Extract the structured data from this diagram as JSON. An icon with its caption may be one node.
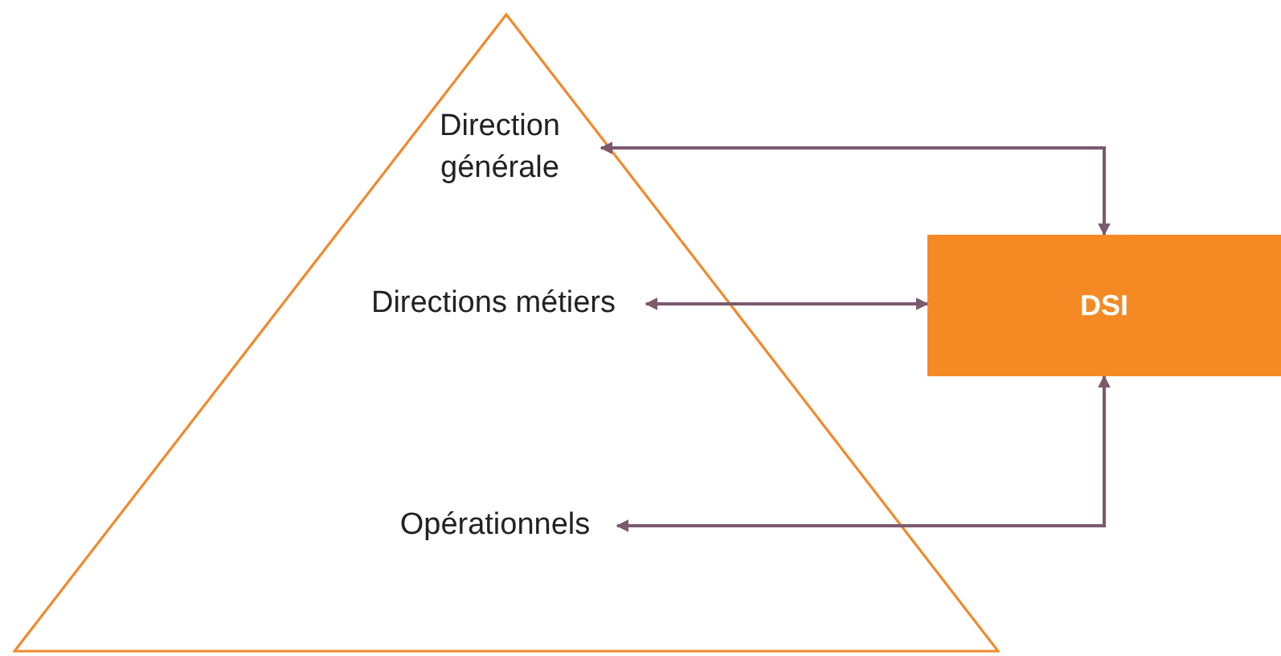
{
  "diagram": {
    "nodes": [
      {
        "text": [],
        "shape": "triangle"
      },
      {
        "text": [
          "Direction générale"
        ],
        "in": 0
      },
      {
        "text": [
          "Directions métiers"
        ],
        "in": 0
      },
      {
        "text": [
          "Opérationnels"
        ],
        "in": 0
      },
      {
        "text": [
          "DSI"
        ]
      }
    ],
    "edges": [
      {
        "from": 1,
        "to": 4,
        "arrow": "both"
      },
      {
        "from": 2,
        "to": 4,
        "arrow": "both"
      },
      {
        "from": 3,
        "to": 4,
        "arrow": "both"
      }
    ]
  }
}
